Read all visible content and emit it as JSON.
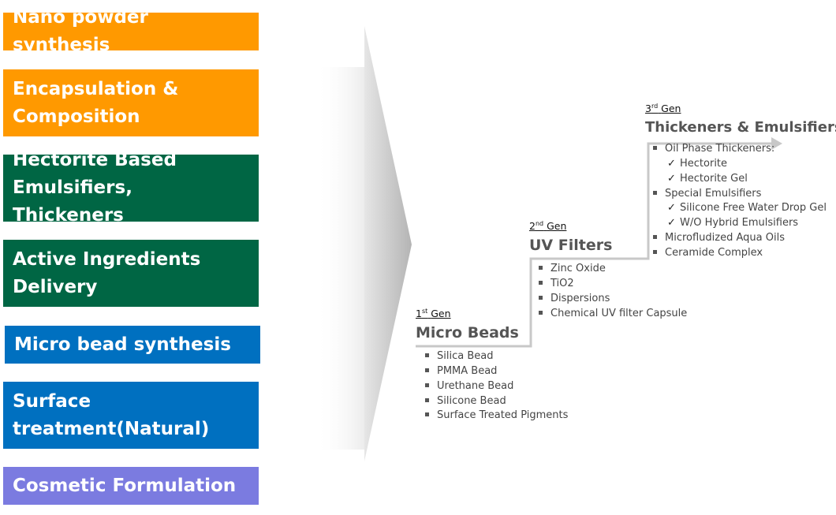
{
  "boxes": [
    {
      "text": "Nano powder synthesis",
      "color": "#FF9900"
    },
    {
      "text": "Encapsulation & Composition",
      "color": "#FF9900"
    },
    {
      "text": "Hectorite Based Emulsifiers, Thickeners",
      "color": "#006644"
    },
    {
      "text": "Active Ingredients Delivery",
      "color": "#006644"
    },
    {
      "text": "Micro bead synthesis",
      "color": "#0070C0"
    },
    {
      "text": "Surface treatment(Natural)",
      "color": "#0070C0"
    },
    {
      "text": "Cosmetic Formulation",
      "color": "#7B7BE0"
    }
  ],
  "generations": [
    {
      "num": "1",
      "sup": "st",
      "gen_word": "Gen",
      "title": "Micro Beads",
      "items": [
        {
          "text": "Silica Bead",
          "type": "bullet"
        },
        {
          "text": "PMMA Bead",
          "type": "bullet"
        },
        {
          "text": "Urethane Bead",
          "type": "bullet"
        },
        {
          "text": "Silicone Bead",
          "type": "bullet"
        },
        {
          "text": "Surface Treated Pigments",
          "type": "bullet"
        }
      ]
    },
    {
      "num": "2",
      "sup": "nd",
      "gen_word": "Gen",
      "title": "UV Filters",
      "items": [
        {
          "text": "Zinc Oxide",
          "type": "bullet"
        },
        {
          "text": "TiO2",
          "type": "bullet"
        },
        {
          "text": "Dispersions",
          "type": "bullet"
        },
        {
          "text": "Chemical UV filter Capsule",
          "type": "bullet"
        }
      ]
    },
    {
      "num": "3",
      "sup": "rd",
      "gen_word": "Gen",
      "title": "Thickeners & Emulsifiers",
      "items": [
        {
          "text": "Oil Phase Thickeners:",
          "type": "bullet"
        },
        {
          "text": "Hectorite",
          "type": "check"
        },
        {
          "text": "Hectorite Gel",
          "type": "check"
        },
        {
          "text": "Special Emulsifiers",
          "type": "bullet"
        },
        {
          "text": "Silicone Free Water Drop Gel",
          "type": "check"
        },
        {
          "text": "W/O Hybrid Emulsifiers",
          "type": "check"
        },
        {
          "text": "Microfludized Aqua Oils",
          "type": "bullet"
        },
        {
          "text": "Ceramide Complex",
          "type": "bullet"
        }
      ]
    }
  ]
}
